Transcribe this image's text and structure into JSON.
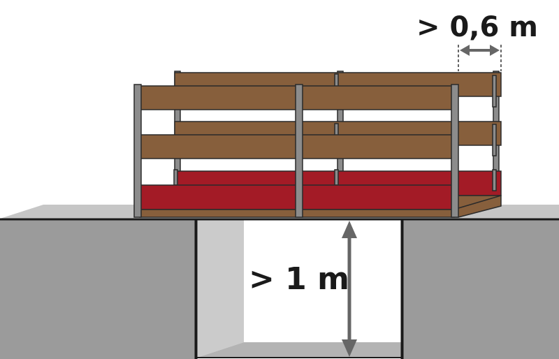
{
  "diagram": {
    "subject": "scaffold-guardrail-over-pit",
    "labels": {
      "width_dimension": "> 0,6 m",
      "depth_dimension": "> 1 m"
    },
    "colors": {
      "wood": "#875f3c",
      "toeboard": "#a31b26",
      "post": "#8c8c8c",
      "ground": "#9b9b9b",
      "ground_top": "#c6c6c6",
      "pit_wall": "#cbcbcb",
      "arrow": "#666666"
    }
  }
}
